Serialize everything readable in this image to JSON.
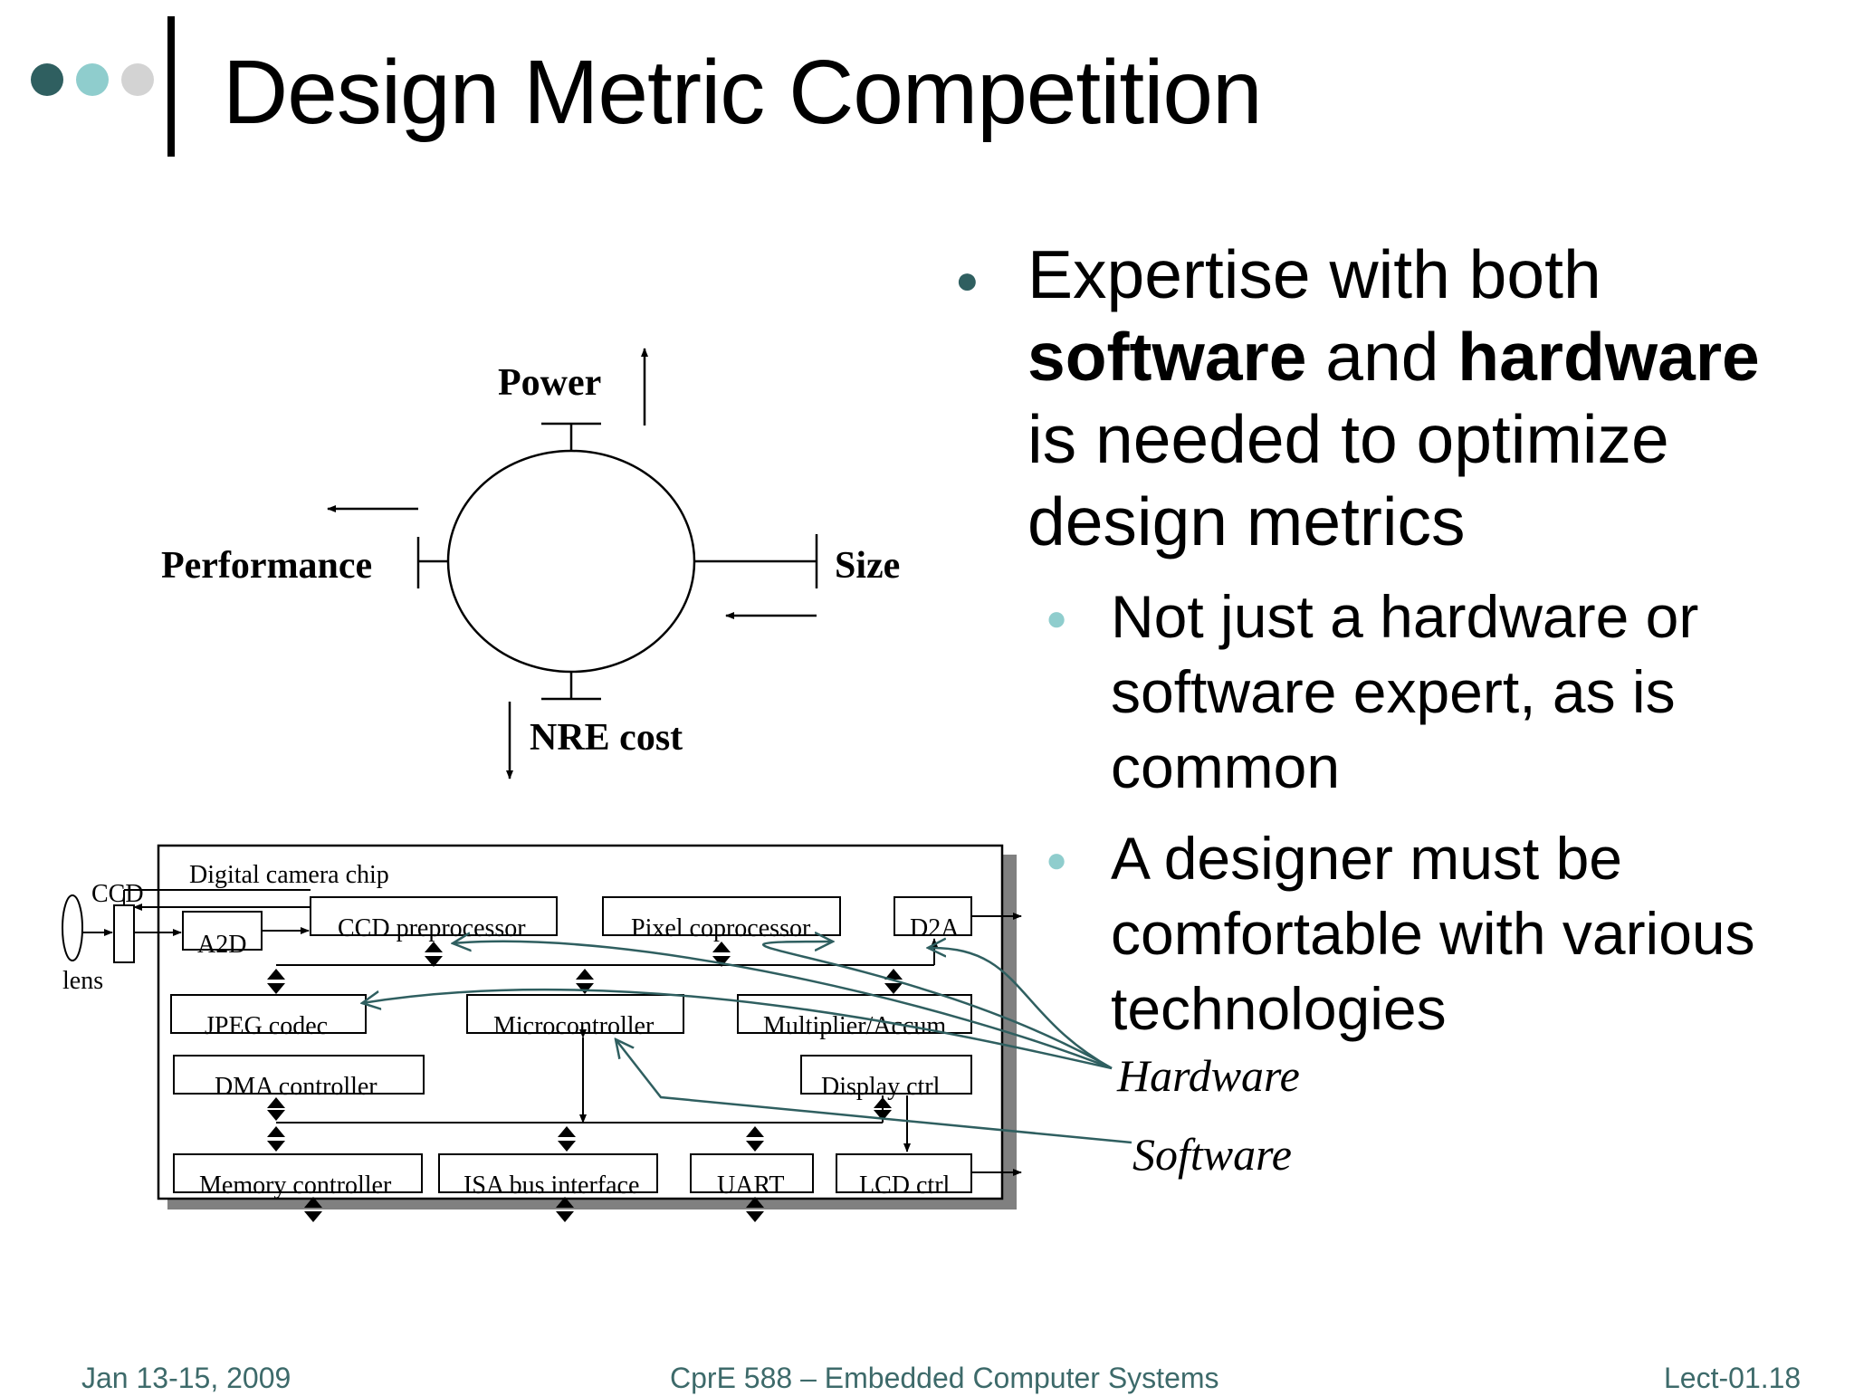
{
  "slide": {
    "title": "Design Metric Competition"
  },
  "bullets": {
    "main_pre1": "Expertise with both ",
    "main_bold1": "software",
    "main_mid": " and ",
    "main_bold2": "hardware",
    "main_post": " is needed to optimize design metrics",
    "sub1": "Not just a hardware or software expert, as is common",
    "sub2": "A designer must be comfortable with various technologies"
  },
  "metrics": {
    "power": "Power",
    "performance": "Performance",
    "size": "Size",
    "nre": "NRE cost"
  },
  "chip": {
    "title": "Digital camera chip",
    "ccd": "CCD",
    "lens": "lens",
    "a2d": "A2D",
    "ccd_pre": "CCD preprocessor",
    "pixel": "Pixel coprocessor",
    "d2a": "D2A",
    "jpeg": "JPEG codec",
    "micro": "Microcontroller",
    "mult": "Multiplier/Accum",
    "dma": "DMA controller",
    "display": "Display ctrl",
    "memory": "Memory controller",
    "isa": "ISA bus interface",
    "uart": "UART",
    "lcd": "LCD ctrl",
    "hardware": "Hardware",
    "software": "Software"
  },
  "footer": {
    "date": "Jan 13-15, 2009",
    "course": "CprE 588 – Embedded Computer Systems",
    "lecture": "Lect-01.18"
  },
  "colors": {
    "dot1": "#2f5f60",
    "dot2": "#8fcdcd",
    "dot3": "#d3d3d3",
    "annotation": "#2f5f60",
    "footer": "#3d6a6a"
  }
}
